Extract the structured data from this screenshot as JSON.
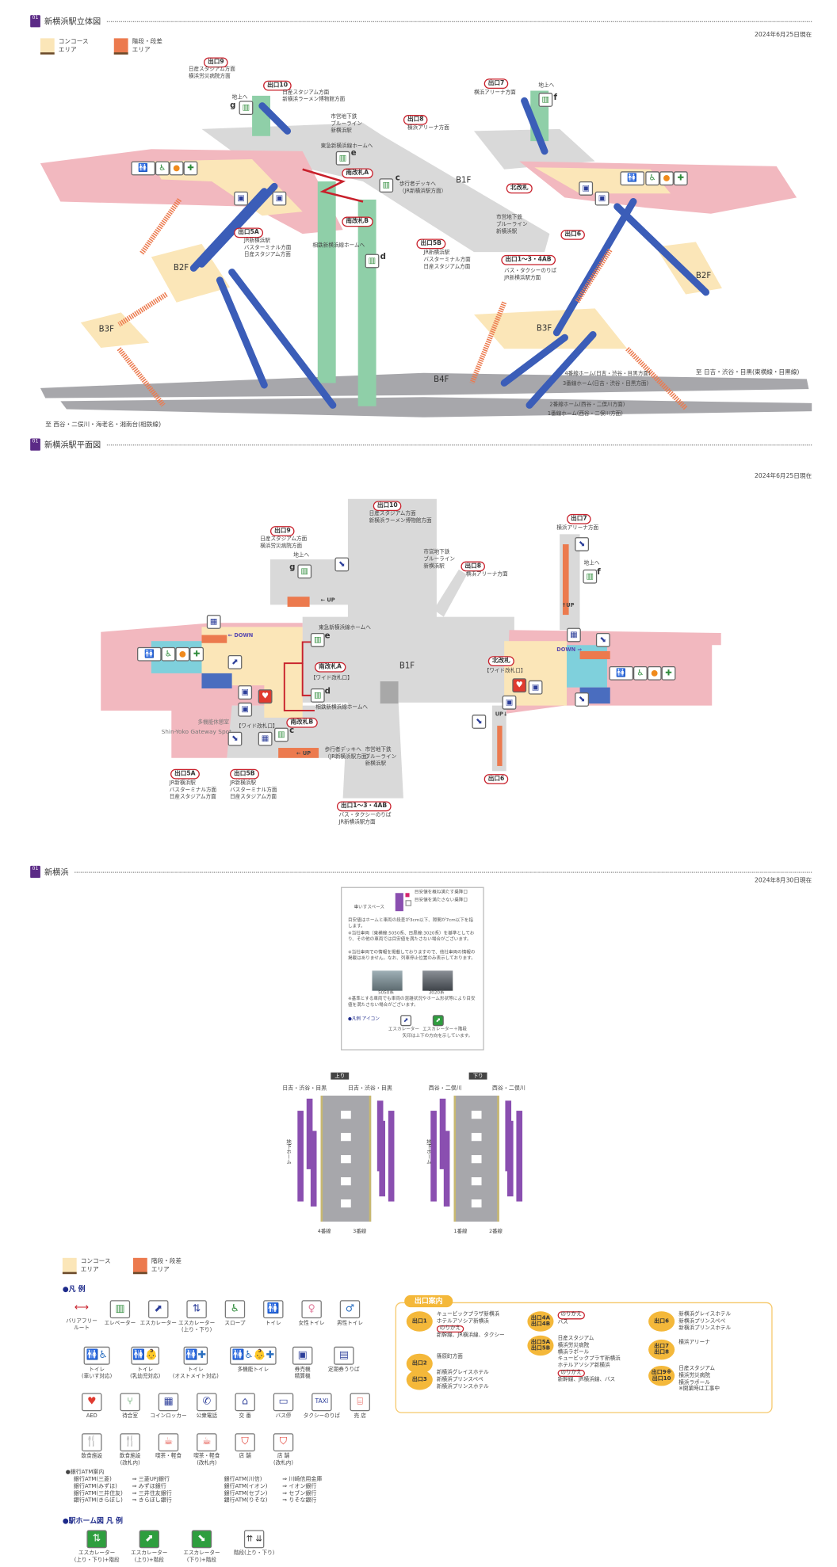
{
  "section1": {
    "num": "01",
    "title": "新横浜駅立体図",
    "date": "2024年6月25日現在",
    "legend": {
      "concourse": [
        "コンコース",
        "エリア"
      ],
      "stairs": [
        "階段・段差",
        "エリア"
      ]
    },
    "labels": {
      "exit9": "出口9",
      "exit9_dir": [
        "日産スタジアム方面",
        "横浜労災病院方面"
      ],
      "exit10": "出口10",
      "exit10_dir": [
        "日産スタジアム方面",
        "新横浜ラーメン博物館方面"
      ],
      "exit8": "出口8",
      "exit8_dir": "横浜アリーナ方面",
      "exit7": "出口7",
      "exit7_dir": "横浜アリーナ方面",
      "ground_g": "地上へ",
      "ground_f": "地上へ",
      "subway_top": [
        "市営地下鉄",
        "ブルーライン",
        "新横浜駅"
      ],
      "subway_mid": [
        "市営地下鉄",
        "ブルーライン",
        "新横浜駅"
      ],
      "tokyu_home": "東急新横浜線ホームへ",
      "sotetsu_home": "相鉄新横浜線ホームへ",
      "gate_south_a": "南改札A",
      "gate_south_b": "南改札B",
      "gate_north": "北改札",
      "deck": [
        "歩行者デッキへ",
        "（JR新横浜駅方面）"
      ],
      "exit5a": "出口5A",
      "exit5a_dir": [
        "JR新横浜駅",
        "バスターミナル方面",
        "日産スタジアム方面"
      ],
      "exit5b": "出口5B",
      "exit5b_dir": [
        "JR新横浜駅",
        "バスターミナル方面",
        "日産スタジアム方面"
      ],
      "exit6": "出口6",
      "exit1_4": "出口1～3・4AB",
      "exit1_4_dir": [
        "バス・タクシーのりば",
        "JR新横浜駅方面"
      ],
      "b1f": "B1F",
      "b2f_l": "B2F",
      "b2f_r": "B2F",
      "b3f_l": "B3F",
      "b3f_r": "B3F",
      "b4f": "B4F",
      "track4": "4番線ホーム(日吉・渋谷・目黒方面)",
      "track3": "3番線ホーム(日吉・渋谷・目黒方面)",
      "track2": "2番線ホーム(西谷・二俣川方面)",
      "track1": "1番線ホーム(西谷・二俣川方面)",
      "to_hiyoshi": "至 日吉・渋谷・目黒(東横線・目黒線)",
      "to_nishiya": "至 西谷・二俣川・海老名・湘南台(相鉄線)",
      "el_c": "c",
      "el_d": "d",
      "el_e": "e",
      "el_f": "f",
      "el_g": "g"
    }
  },
  "section2": {
    "num": "01",
    "title": "新横浜駅平面図",
    "date": "2024年6月25日現在",
    "labels": {
      "exit10": "出口10",
      "exit10_dir": [
        "日産スタジアム方面",
        "新横浜ラーメン博物館方面"
      ],
      "exit9": "出口9",
      "exit9_dir": [
        "日産スタジアム方面",
        "横浜労災病院方面"
      ],
      "exit7": "出口7",
      "exit7_dir": "横浜アリーナ方面",
      "exit8": "出口8",
      "exit8_dir": "横浜アリーナ方面",
      "subway_top": [
        "市営地下鉄",
        "ブルーライン",
        "新横浜駅"
      ],
      "subway_bottom": [
        "市営地下鉄",
        "ブルーライン",
        "新横浜駅"
      ],
      "ground_g": "地上へ",
      "ground_f": "地上へ",
      "up1": "UP",
      "up2": "UP",
      "up3": "UP",
      "up4": "UP",
      "down1": "DOWN",
      "down2": "DOWN",
      "tokyu_home": "東急新横浜線ホームへ",
      "sotetsu_home": "相鉄新横浜線ホームへ",
      "gate_south_a": "南改札A",
      "wide_a": "【ワイド改札口】",
      "gate_south_b": "南改札B",
      "wide_b": "【ワイド改札口】",
      "gate_north": "北改札",
      "wide_n": "【ワイド改札口】",
      "b1f": "B1F",
      "lounge": "多機能休憩室",
      "lounge_en": "Shin-Yoko Gateway Spot",
      "deck": [
        "歩行者デッキへ",
        "（JR新横浜駅方面）"
      ],
      "exit5a": "出口5A",
      "exit5a_dir": [
        "JR新横浜駅",
        "バスターミナル方面",
        "日産スタジアム方面"
      ],
      "exit5b": "出口5B",
      "exit5b_dir": [
        "JR新横浜駅",
        "バスターミナル方面",
        "日産スタジアム方面"
      ],
      "exit6": "出口6",
      "exit1_4": "出口1～3・4AB",
      "exit1_4_dir": [
        "バス・タクシーのりば",
        "JR新横浜駅方面"
      ],
      "el_c": "c",
      "el_d": "d",
      "el_e": "e",
      "el_f": "f",
      "el_g": "g"
    }
  },
  "section3": {
    "num": "01",
    "title": "新横浜",
    "date": "2024年8月30日現在",
    "info": {
      "car_ok": "目安値を概ね満たす乗降口",
      "car_ng": "目安値を満たさない乗降口",
      "wheelchair": "車いすスペース",
      "p1": "目安値はホームと車両の段差が3cm以下、隙間が7cm以下を指します。",
      "p2": "※当社車両（東横線:5050系、目黒線:3020系）を基準としており、その他の車両では目安値を満たさない場合がございます。",
      "p3": "※当社車両での情報を掲載しておりますので、他社車両の情報の掲載はありません。なお、列車停止位置のみ表示しております。",
      "train1": "5050系",
      "train2": "3020系",
      "p4": "※基準とする車両でも車両の混雑状況やホーム形状等により目安値を満たさない場合がございます。",
      "icon_legend": "●凡例 アイコン",
      "esc": "エスカレーター",
      "esc_stairs": "エスカレーター＋階段",
      "arrow_note": "矢印は上下の方向を示しています。"
    },
    "platforms": {
      "up": {
        "tag": "上り",
        "dest_left": "日吉・渋谷・目黒",
        "dest_right": "日吉・渋谷・目黒",
        "track_left": "4番線",
        "track_right": "3番線",
        "side": "地下ホーム"
      },
      "down": {
        "tag": "下り",
        "dest_left": "西谷・二俣川",
        "dest_right": "西谷・二俣川",
        "track_left": "1番線",
        "track_right": "2番線",
        "side": "地下ホーム"
      }
    }
  },
  "legend": {
    "concourse": [
      "コンコース",
      "エリア"
    ],
    "stairs": [
      "階段・段差",
      "エリア"
    ],
    "title": "●凡 例",
    "rows": [
      [
        {
          "label": "バリアフリー\nルート",
          "icon": "barrier-free-route-icon",
          "glyph": "⟷",
          "color": "#c8202b",
          "plain": true
        },
        {
          "label": "エレベーター",
          "icon": "elevator-icon",
          "glyph": "▥",
          "color": "#2e8b3a"
        },
        {
          "label": "エスカレーター",
          "icon": "escalator-icon",
          "glyph": "⬈",
          "color": "#2d3f9a"
        },
        {
          "label": "エスカレーター\n(上り・下り)",
          "icon": "escalator-updown-icon",
          "glyph": "⇅",
          "color": "#2d3f9a"
        },
        {
          "label": "スロープ",
          "icon": "slope-icon",
          "glyph": "♿",
          "color": "#2e8b3a"
        },
        {
          "label": "トイレ",
          "icon": "toilet-icon",
          "glyph": "🚻",
          "color": "#2b6fc0"
        },
        {
          "label": "女性トイレ",
          "icon": "womens-toilet-icon",
          "glyph": "♀",
          "color": "#e07a9a"
        },
        {
          "label": "男性トイレ",
          "icon": "mens-toilet-icon",
          "glyph": "♂",
          "color": "#2b6fc0"
        }
      ],
      [
        {
          "label": "トイレ\n(車いす対応)",
          "icon": "accessible-toilet-icon",
          "glyph": "🚻♿",
          "color": "#2b6fc0"
        },
        {
          "label": "トイレ\n(乳幼児対応)",
          "icon": "baby-toilet-icon",
          "glyph": "🚻👶",
          "color": "#2b6fc0"
        },
        {
          "label": "トイレ\n(オストメイト対応)",
          "icon": "ostomate-toilet-icon",
          "glyph": "🚻✚",
          "color": "#2b6fc0"
        },
        {
          "label": "多機能トイレ",
          "icon": "multipurpose-toilet-icon",
          "glyph": "🚻♿👶✚",
          "color": "#2b6fc0"
        },
        {
          "label": "券売機\n精算機",
          "icon": "ticket-machine-icon",
          "glyph": "▣",
          "color": "#2d3f9a"
        },
        {
          "label": "定期券うりば",
          "icon": "pass-office-icon",
          "glyph": "▤",
          "color": "#2d3f9a"
        }
      ],
      [
        {
          "label": "AED",
          "icon": "aed-icon",
          "glyph": "♥",
          "color": "#e03a2f"
        },
        {
          "label": "待合室",
          "icon": "waiting-room-icon",
          "glyph": "⑂",
          "color": "#2e8b3a"
        },
        {
          "label": "コインロッカー",
          "icon": "coin-locker-icon",
          "glyph": "▦",
          "color": "#2d3f9a"
        },
        {
          "label": "公衆電話",
          "icon": "public-phone-icon",
          "glyph": "✆",
          "color": "#2d3f9a"
        },
        {
          "label": "交 番",
          "icon": "police-box-icon",
          "glyph": "⌂",
          "color": "#2d3f9a"
        },
        {
          "label": "バス停",
          "icon": "bus-stop-icon",
          "glyph": "▭",
          "color": "#2d3f9a"
        },
        {
          "label": "タクシーのりば",
          "icon": "taxi-icon",
          "glyph": "TAXI",
          "color": "#2d3f9a"
        },
        {
          "label": "売 店",
          "icon": "kiosk-icon",
          "glyph": "⌸",
          "color": "#e03a2f"
        }
      ],
      [
        {
          "label": "飲食施設",
          "icon": "restaurant-icon",
          "glyph": "🍴",
          "color": "#e03a2f"
        },
        {
          "label": "飲食施設\n(改札内)",
          "icon": "restaurant-inside-gate-icon",
          "glyph": "🍴",
          "color": "#e03a2f"
        },
        {
          "label": "喫茶・軽食",
          "icon": "cafe-icon",
          "glyph": "☕",
          "color": "#e03a2f"
        },
        {
          "label": "喫茶・軽食\n(改札内)",
          "icon": "cafe-inside-gate-icon",
          "glyph": "☕",
          "color": "#e03a2f"
        },
        {
          "label": "店 舗",
          "icon": "shop-icon",
          "glyph": "⛉",
          "color": "#e03a2f"
        },
        {
          "label": "店 舗\n(改札内)",
          "icon": "shop-inside-gate-icon",
          "glyph": "⛉",
          "color": "#e03a2f"
        }
      ]
    ],
    "atm_title": "●銀行ATM案内",
    "atm_left": [
      [
        "銀行ATM(三菱)",
        "⇒ 三菱UFJ銀行"
      ],
      [
        "銀行ATM(みずほ)",
        "⇒ みずほ銀行"
      ],
      [
        "銀行ATM(三井住友)",
        "⇒ 三井住友銀行"
      ],
      [
        "銀行ATM(きらぼし)",
        "⇒ きらぼし銀行"
      ]
    ],
    "atm_right": [
      [
        "銀行ATM(川信)",
        "⇒ 川崎信用金庫"
      ],
      [
        "銀行ATM(イオン)",
        "⇒ イオン銀行"
      ],
      [
        "銀行ATM(セブン)",
        "⇒ セブン銀行"
      ],
      [
        "銀行ATM(りそな)",
        "⇒ りそな銀行"
      ]
    ],
    "platform_title": "●駅ホーム図 凡 例",
    "platform_items": [
      {
        "label": "エスカレーター\n(上り・下り)+階段",
        "icon": "escalator-updown-stairs-icon",
        "glyph": "⇅"
      },
      {
        "label": "エスカレーター\n(上り)+階段",
        "icon": "escalator-up-stairs-icon",
        "glyph": "⬈"
      },
      {
        "label": "エスカレーター\n(下り)+階段",
        "icon": "escalator-down-stairs-icon",
        "glyph": "⬊"
      },
      {
        "label": "階段(上り・下り)",
        "icon": "stairs-updown-icon",
        "glyph": "⇈ ⇊"
      }
    ]
  },
  "exits": {
    "title": "出口案内",
    "items": [
      {
        "badge": [
          "出口1"
        ],
        "lines": [
          "キュービックプラザ新横浜",
          "ホテルアソシア新横浜"
        ],
        "transfer": "のりかえ",
        "transfer_lines": [
          "新幹線、JR横浜線、タクシー"
        ]
      },
      {
        "badge": [
          "出口2"
        ],
        "lines": [
          "篠原町方面"
        ]
      },
      {
        "badge": [
          "出口3"
        ],
        "lines": [
          "新横浜グレイスホテル",
          "新横浜プリンスペペ",
          "新横浜プリンスホテル"
        ]
      },
      {
        "badge": [
          "出口4A",
          "出口4B"
        ],
        "lines": [],
        "transfer": "のりかえ",
        "transfer_lines": [
          "バス"
        ]
      },
      {
        "badge": [
          "出口5A",
          "出口5B"
        ],
        "lines": [
          "日産スタジアム",
          "横浜労災病院",
          "横浜ラポール",
          "キュービックプラザ新横浜",
          "ホテルアソシア新横浜"
        ],
        "transfer": "のりかえ",
        "transfer_lines": [
          "新幹線、JR横浜線、バス"
        ]
      },
      {
        "badge": [
          "出口6"
        ],
        "lines": [
          "新横浜グレイスホテル",
          "新横浜プリンスペペ",
          "新横浜プリンスホテル"
        ]
      },
      {
        "badge": [
          "出口7",
          "出口8"
        ],
        "lines": [
          "横浜アリーナ"
        ]
      },
      {
        "badge": [
          "出口9※",
          "出口10"
        ],
        "lines": [
          "日産スタジアム",
          "横浜労災病院",
          "横浜ラポール",
          "※開業時は工事中"
        ]
      }
    ]
  },
  "colors": {
    "concourse": "#fbe6b8",
    "stairs": "#ec7a4e",
    "paid_area": "#f2b8bf",
    "free_area": "#d9d9d9",
    "escalator": "#3b5db8",
    "elevator_shaft": "#8fcfa8",
    "platform": "#a7a7ab",
    "train": "#8a4fb0",
    "exit_badge": "#f4b83a",
    "route": "#c8202b"
  }
}
